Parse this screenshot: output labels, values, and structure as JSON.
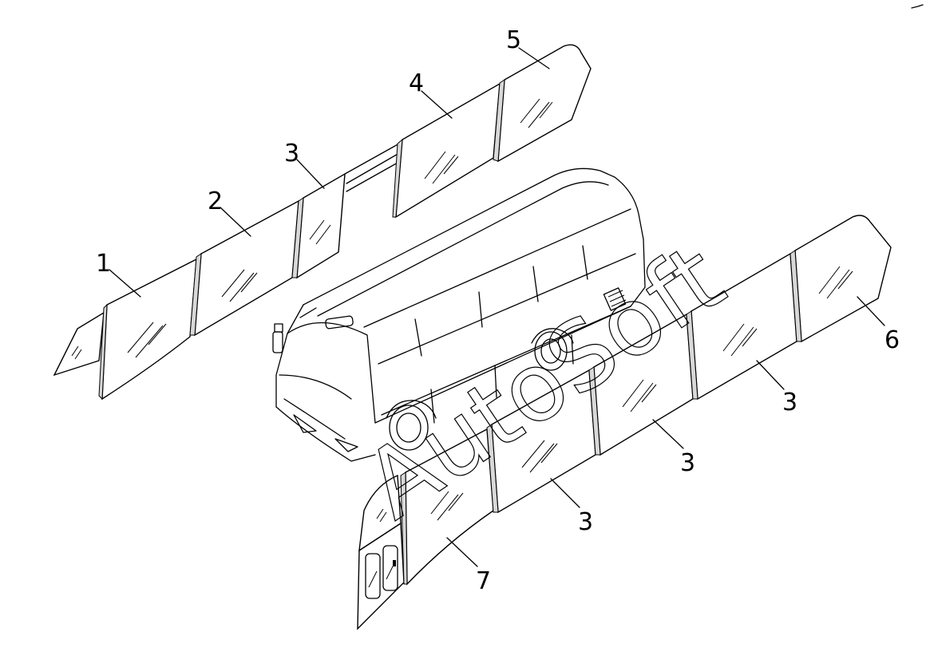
{
  "callouts": [
    {
      "id": "top-1",
      "label": "1"
    },
    {
      "id": "top-2",
      "label": "2"
    },
    {
      "id": "top-3",
      "label": "3"
    },
    {
      "id": "top-4",
      "label": "4"
    },
    {
      "id": "top-5",
      "label": "5"
    },
    {
      "id": "bot-6",
      "label": "6"
    },
    {
      "id": "bot-3a",
      "label": "3"
    },
    {
      "id": "bot-3b",
      "label": "3"
    },
    {
      "id": "bot-3c",
      "label": "3"
    },
    {
      "id": "bot-7",
      "label": "7"
    }
  ],
  "watermark": "AutoSoft"
}
